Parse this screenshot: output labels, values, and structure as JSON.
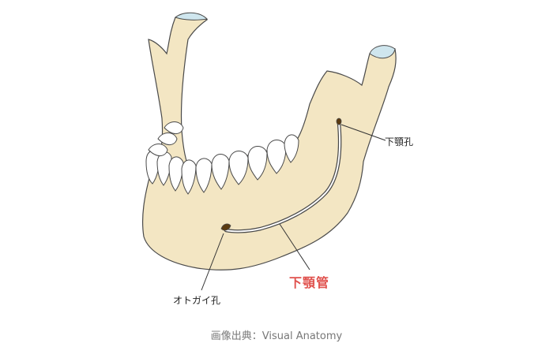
{
  "labels": {
    "mandibular_foramen": "下顎孔",
    "mental_foramen": "オトガイ孔",
    "mandibular_canal": "下顎管"
  },
  "credit": "画像出典：Visual Anatomy",
  "colors": {
    "bone": "#f3e6c3",
    "outline": "#4a4a4a",
    "tooth": "#ffffff",
    "cartilage": "#cfe6ee",
    "accent": "#e0524e"
  },
  "icons": [
    "mandible-illustration"
  ]
}
